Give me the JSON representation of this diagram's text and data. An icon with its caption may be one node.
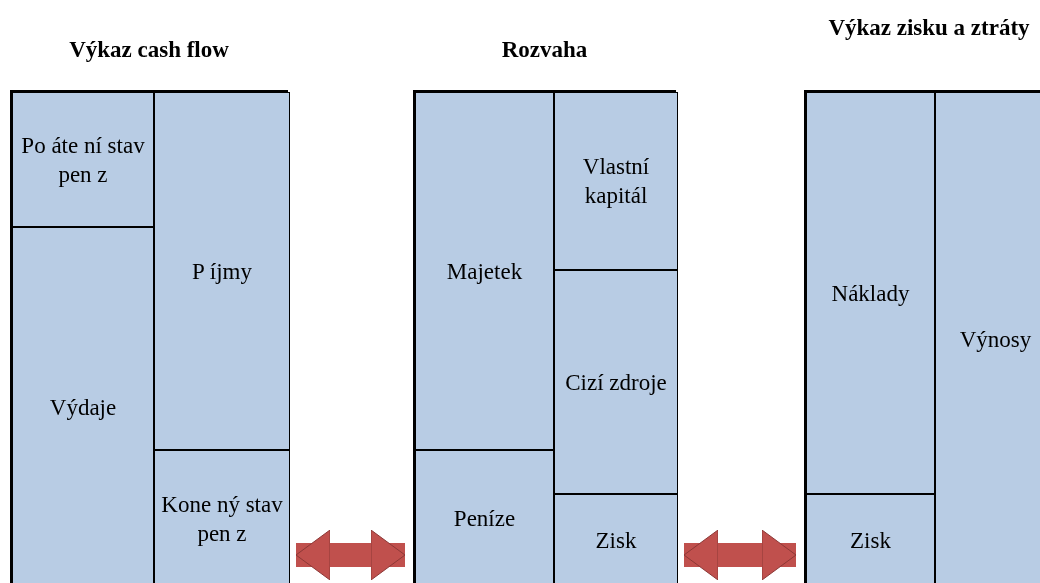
{
  "diagram": {
    "nodes": [
      {
        "text": [
          "Výkaz cash flow"
        ]
      },
      {
        "text": [
          "Po áte ní stav pen z"
        ],
        "in": 0
      },
      {
        "text": [
          "Výdaje"
        ],
        "in": 0
      },
      {
        "text": [
          "P íjmy"
        ],
        "in": 0
      },
      {
        "text": [
          "Kone ný stav pen z"
        ],
        "in": 0
      },
      {
        "text": [
          "Rozvaha"
        ]
      },
      {
        "text": [
          "Majetek"
        ],
        "in": 5
      },
      {
        "text": [
          "Peníze"
        ],
        "in": 5
      },
      {
        "text": [
          "Vlastní kapitál"
        ],
        "in": 5
      },
      {
        "text": [
          "Cizí zdroje"
        ],
        "in": 5
      },
      {
        "text": [
          "Zisk"
        ],
        "in": 5
      },
      {
        "text": [
          "Výkaz zisku a ztráty"
        ]
      },
      {
        "text": [
          "Náklady"
        ],
        "in": 11
      },
      {
        "text": [
          "Zisk"
        ],
        "in": 11
      },
      {
        "text": [
          "Výnosy"
        ],
        "in": 11
      }
    ],
    "edges": [
      {
        "from": 0,
        "to": 5,
        "arrow": "both"
      },
      {
        "from": 5,
        "to": 11,
        "arrow": "both"
      }
    ]
  }
}
